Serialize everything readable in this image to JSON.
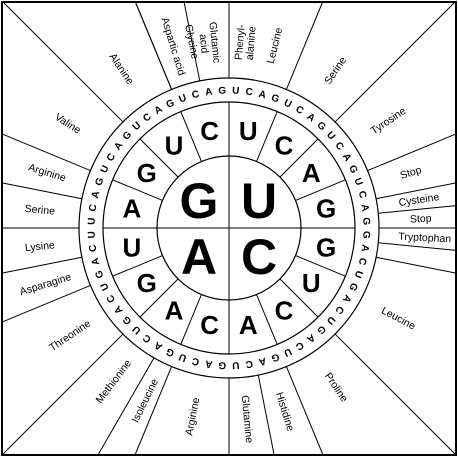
{
  "wheel": {
    "first_bases": [
      "G",
      "U",
      "A",
      "C"
    ],
    "second_bases": [
      "A",
      "G",
      "U",
      "C",
      "U",
      "C",
      "A",
      "G",
      "G",
      "U",
      "C",
      "A",
      "C",
      "A",
      "G",
      "U"
    ],
    "third_bases": [
      "U",
      "C",
      "A",
      "G",
      "U",
      "C",
      "A",
      "G",
      "U",
      "C",
      "A",
      "G",
      "U",
      "C",
      "A",
      "G",
      "U",
      "C",
      "A",
      "G",
      "U",
      "C",
      "A",
      "G",
      "U",
      "C",
      "A",
      "G",
      "U",
      "C",
      "A",
      "G",
      "G",
      "A",
      "C",
      "U",
      "G",
      "A",
      "C",
      "U",
      "G",
      "A",
      "C",
      "U",
      "G",
      "A",
      "C",
      "U",
      "G",
      "A",
      "C",
      "U",
      "G",
      "A",
      "C",
      "U",
      "G",
      "A",
      "C",
      "U",
      "G",
      "A",
      "C",
      "U"
    ],
    "amino_acids": [
      "Glycine",
      "Phenyl-\nalanine",
      "Leucine",
      "Serine",
      "Tyrosine",
      "Stop",
      "Cysteine",
      "Stop",
      "Tryptophan",
      "Leucine",
      "Proline",
      "Histidine",
      "Glutamine",
      "Arginine",
      "Isoleucine",
      "Methionine",
      "Threonine",
      "Asparagine",
      "Lysine",
      "Serine",
      "Arginine",
      "Valine",
      "Alanine",
      "Aspartic acid",
      "Glutamic\nacid"
    ]
  }
}
